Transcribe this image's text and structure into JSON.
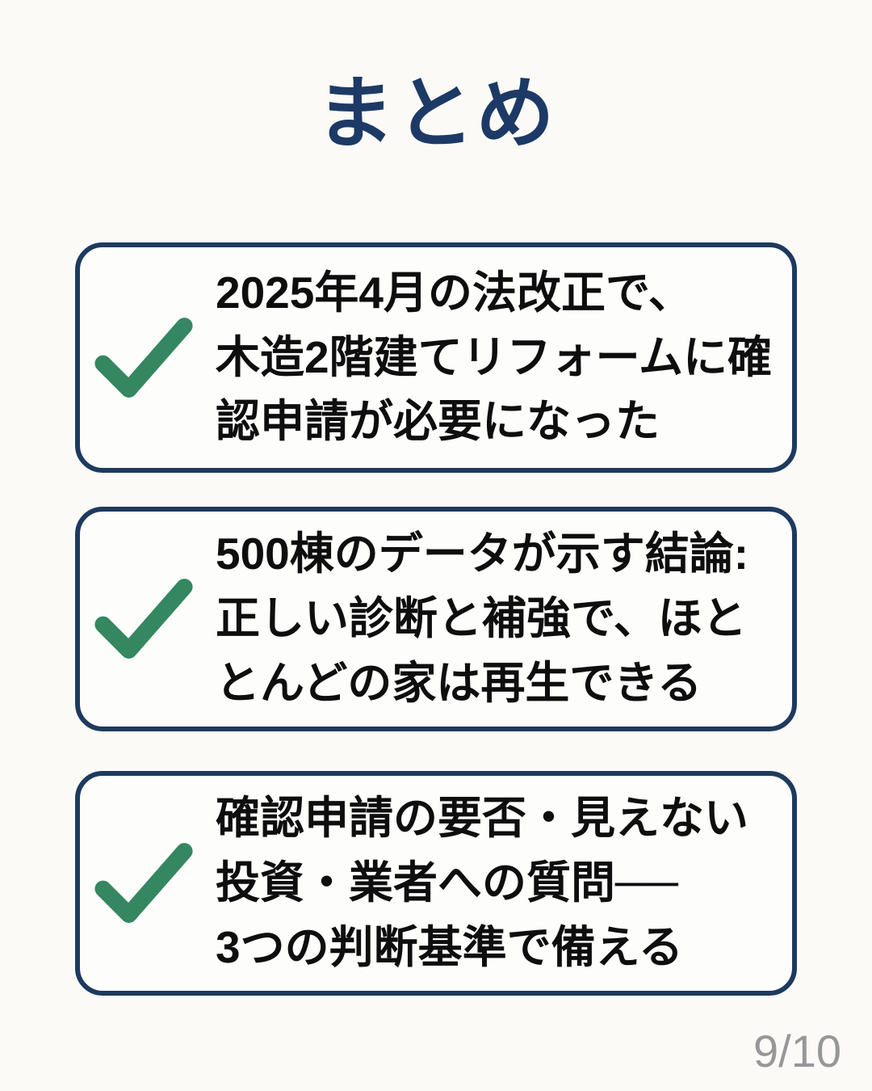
{
  "page": {
    "title": "まとめ",
    "page_indicator": "9/10"
  },
  "colors": {
    "title_navy": "#1d3a66",
    "card_border_navy": "#1d3a5f",
    "check_green": "#348760",
    "body_text_black": "#0e0e0e",
    "page_indicator_gray": "#979797",
    "background": "#fbfaf7",
    "card_background": "#fdfdfc"
  },
  "cards": [
    {
      "icon": "check-icon",
      "lines": [
        "2025年4月の法改正で、",
        "木造2階建てリフォームに確",
        "認申請が必要になった"
      ]
    },
    {
      "icon": "check-icon",
      "lines": [
        "500棟のデータが示す結論:",
        "正しい診断と補強で、ほと",
        "とんどの家は再生できる"
      ]
    },
    {
      "icon": "check-icon",
      "lines": [
        "確認申請の要否・見えない",
        "投資・業者への質問──",
        "3つの判断基準で備える"
      ]
    }
  ]
}
